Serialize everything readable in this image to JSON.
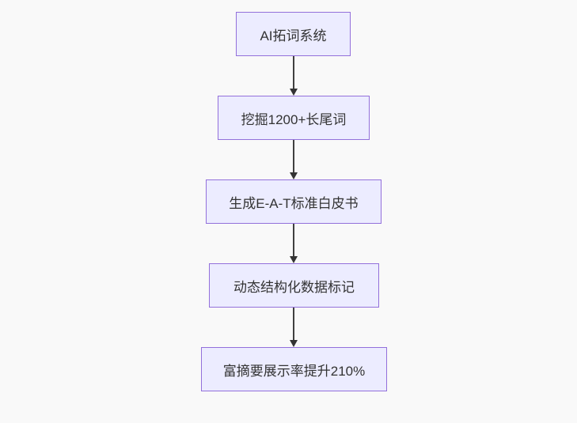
{
  "diagram": {
    "type": "flowchart",
    "direction": "top-down",
    "nodes": [
      {
        "label": "AI拓词系统"
      },
      {
        "label": "挖掘1200+长尾词"
      },
      {
        "label": "生成E-A-T标准白皮书"
      },
      {
        "label": "动态结构化数据标记"
      },
      {
        "label": "富摘要展示率提升210%"
      }
    ],
    "edges": [
      {
        "from": 0,
        "to": 1
      },
      {
        "from": 1,
        "to": 2
      },
      {
        "from": 2,
        "to": 3
      },
      {
        "from": 3,
        "to": 4
      }
    ],
    "colors": {
      "node_fill": "#ECECFF",
      "node_border": "#9370DB",
      "arrow": "#333333",
      "text": "#333333",
      "background": "#F9F9F9"
    }
  }
}
